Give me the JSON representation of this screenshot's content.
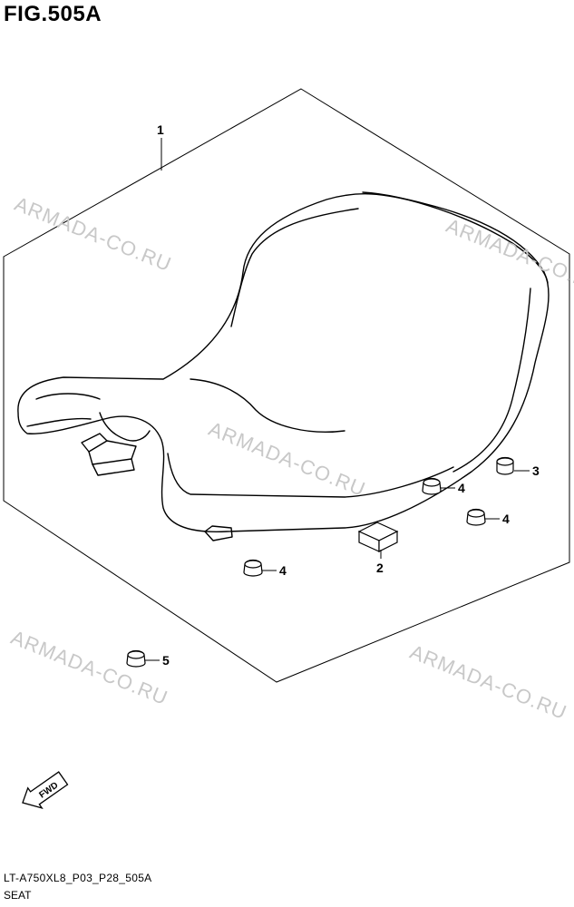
{
  "figure": {
    "title": "FIG.505A"
  },
  "callouts": [
    "1",
    "2",
    "3",
    "4",
    "4",
    "4",
    "5"
  ],
  "watermark": "ARMADA-CO.RU",
  "direction_label": "FWD",
  "footer": {
    "code": "LT-A750XL8_P03_P28_505A",
    "name": "SEAT"
  }
}
